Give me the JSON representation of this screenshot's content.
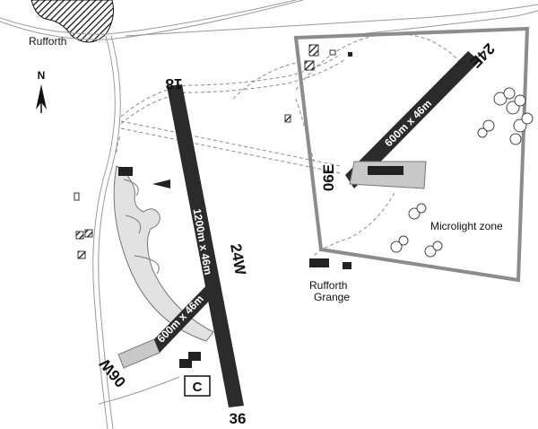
{
  "places": {
    "village": "Rufforth",
    "grange_line1": "Rufforth",
    "grange_line2": "Grange",
    "microlight_zone": "Microlight zone"
  },
  "north_arrow": {
    "label": "N",
    "icon": "north-arrow-icon"
  },
  "runways": {
    "main": {
      "end_north": "18",
      "end_south": "36",
      "designator": "24W",
      "dimensions": "1200m x 46m"
    },
    "west": {
      "end": "06W",
      "dimensions": "600m x 46m"
    },
    "east": {
      "end_ne": "24E",
      "end_sw": "06E",
      "dimensions": "600m x 46m"
    }
  },
  "markers": {
    "c_box": "C"
  },
  "colors": {
    "runway": "#2b2b2b",
    "overrun": "#c8c8c8",
    "microlight_border": "#8c8c8c",
    "apron": "#e2e2e2",
    "taxiway": "#8a8a8a"
  }
}
